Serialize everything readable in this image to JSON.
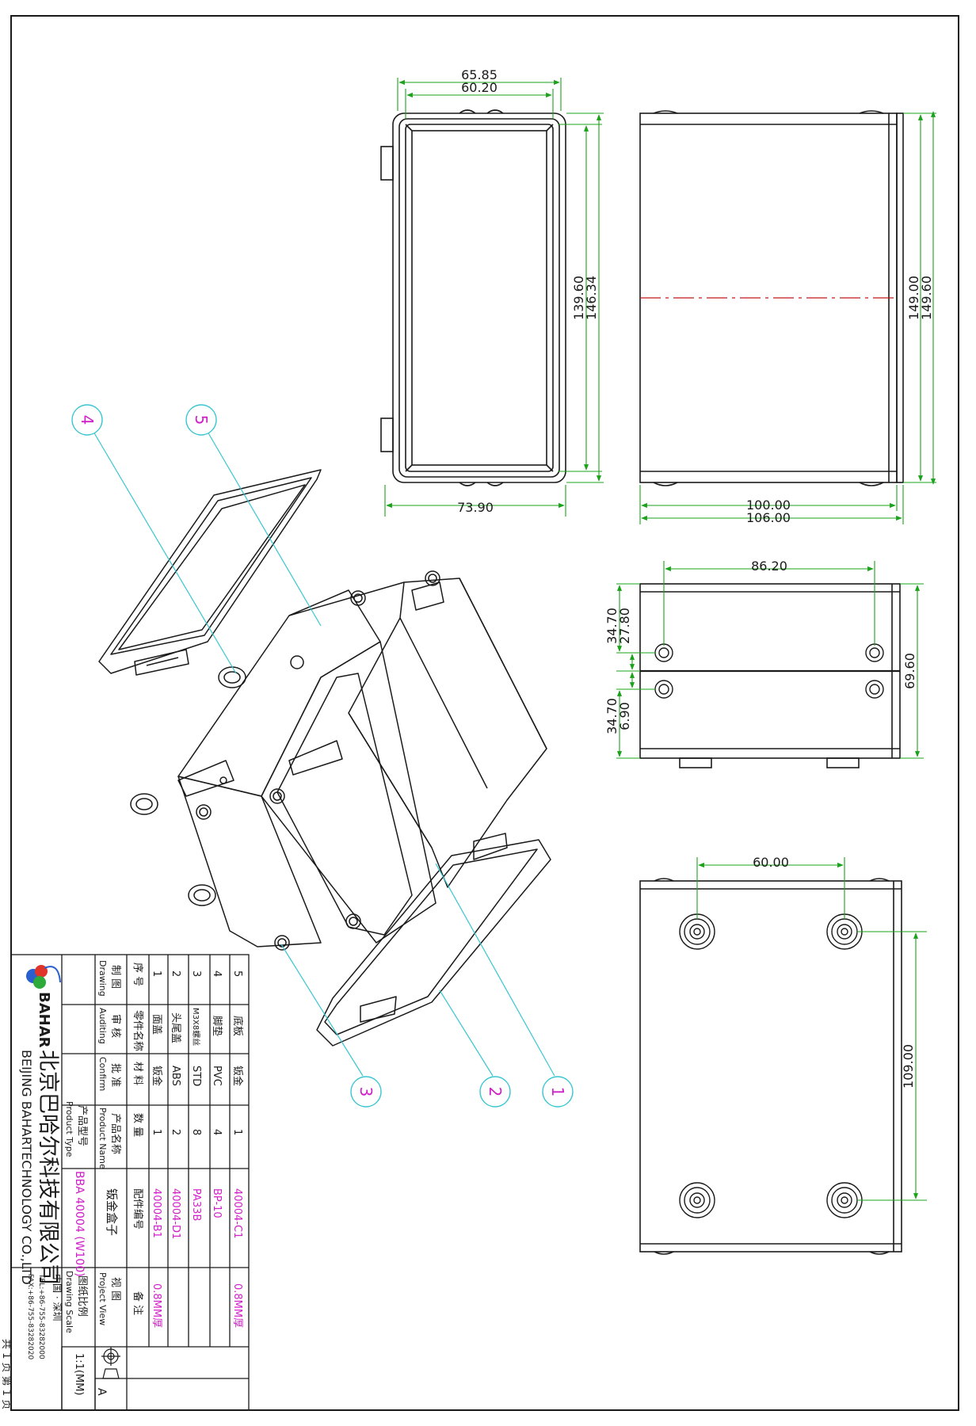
{
  "colors": {
    "line": "#1a1a1a",
    "dim": "#1aa31a",
    "leader": "#38c6d0",
    "magenta": "#d020c8",
    "red": "#c01818"
  },
  "dims": {
    "top_width_outer": "65.85",
    "top_width_inner": "60.20",
    "front_height_inner": "139.60",
    "front_height_outer": "146.34",
    "front_bottom": "73.90",
    "side_height_a": "149.00",
    "side_height_b": "149.60",
    "side_width_a": "100.00",
    "side_width_b": "106.00",
    "end_hole_spacing": "86.20",
    "end_upper_a": "34.70",
    "end_upper_b": "27.80",
    "end_lower_a": "34.70",
    "end_lower_b": "6.90",
    "end_height": "69.60",
    "base_x": "60.00",
    "base_y": "109.00"
  },
  "balloons": [
    "1",
    "2",
    "3",
    "4",
    "5"
  ],
  "title_block": {
    "company_cn": "北京巴哈尔科技有限公司",
    "company_en": "BEIJING BAHARTECHNOLOGY CO.,LTD",
    "logo_text": "BAHAR",
    "location": "中国 · 深圳",
    "tel": "TEL:+86-755-83282000",
    "fax": "FAX:+86-755-83282020",
    "sheet": "共 1 页   第 1 页",
    "headers": {
      "no": "序 号",
      "name": "零件名称",
      "material": "材 料",
      "qty": "数 量",
      "part": "配件编号",
      "remark": "备 注"
    },
    "rows": [
      {
        "no": "5",
        "name": "底板",
        "material": "钣金",
        "qty": "1",
        "part": "40004-C1",
        "remark": "0.8MM厚"
      },
      {
        "no": "4",
        "name": "脚垫",
        "material": "PVC",
        "qty": "4",
        "part": "BP-10",
        "remark": ""
      },
      {
        "no": "3",
        "name": "M3X8螺丝",
        "material": "STD",
        "qty": "8",
        "part": "PA33B",
        "remark": ""
      },
      {
        "no": "2",
        "name": "头尾盖",
        "material": "ABS",
        "qty": "2",
        "part": "40004-D1",
        "remark": ""
      },
      {
        "no": "1",
        "name": "面盖",
        "material": "钣金",
        "qty": "1",
        "part": "40004-B1",
        "remark": "0.8MM厚"
      }
    ],
    "drawn": "制 图",
    "drawn_en": "Drawing",
    "audit": "审 核",
    "audit_en": "Auditing",
    "confirm": "批 准",
    "confirm_en": "Confirm",
    "product_name_label": "产品名称",
    "product_name_label_en": "Product Name",
    "product_name": "钣金盒子",
    "product_type_label": "产品型号",
    "product_type_label_en": "Product Type",
    "product_type": "BBA 40004 (W100)",
    "view_label": "视 图",
    "view_label_en": "Project View",
    "scale_label": "图纸比例",
    "scale_label_en": "Drawing Scale",
    "scale": "1:1(MM)",
    "revision": "A"
  }
}
